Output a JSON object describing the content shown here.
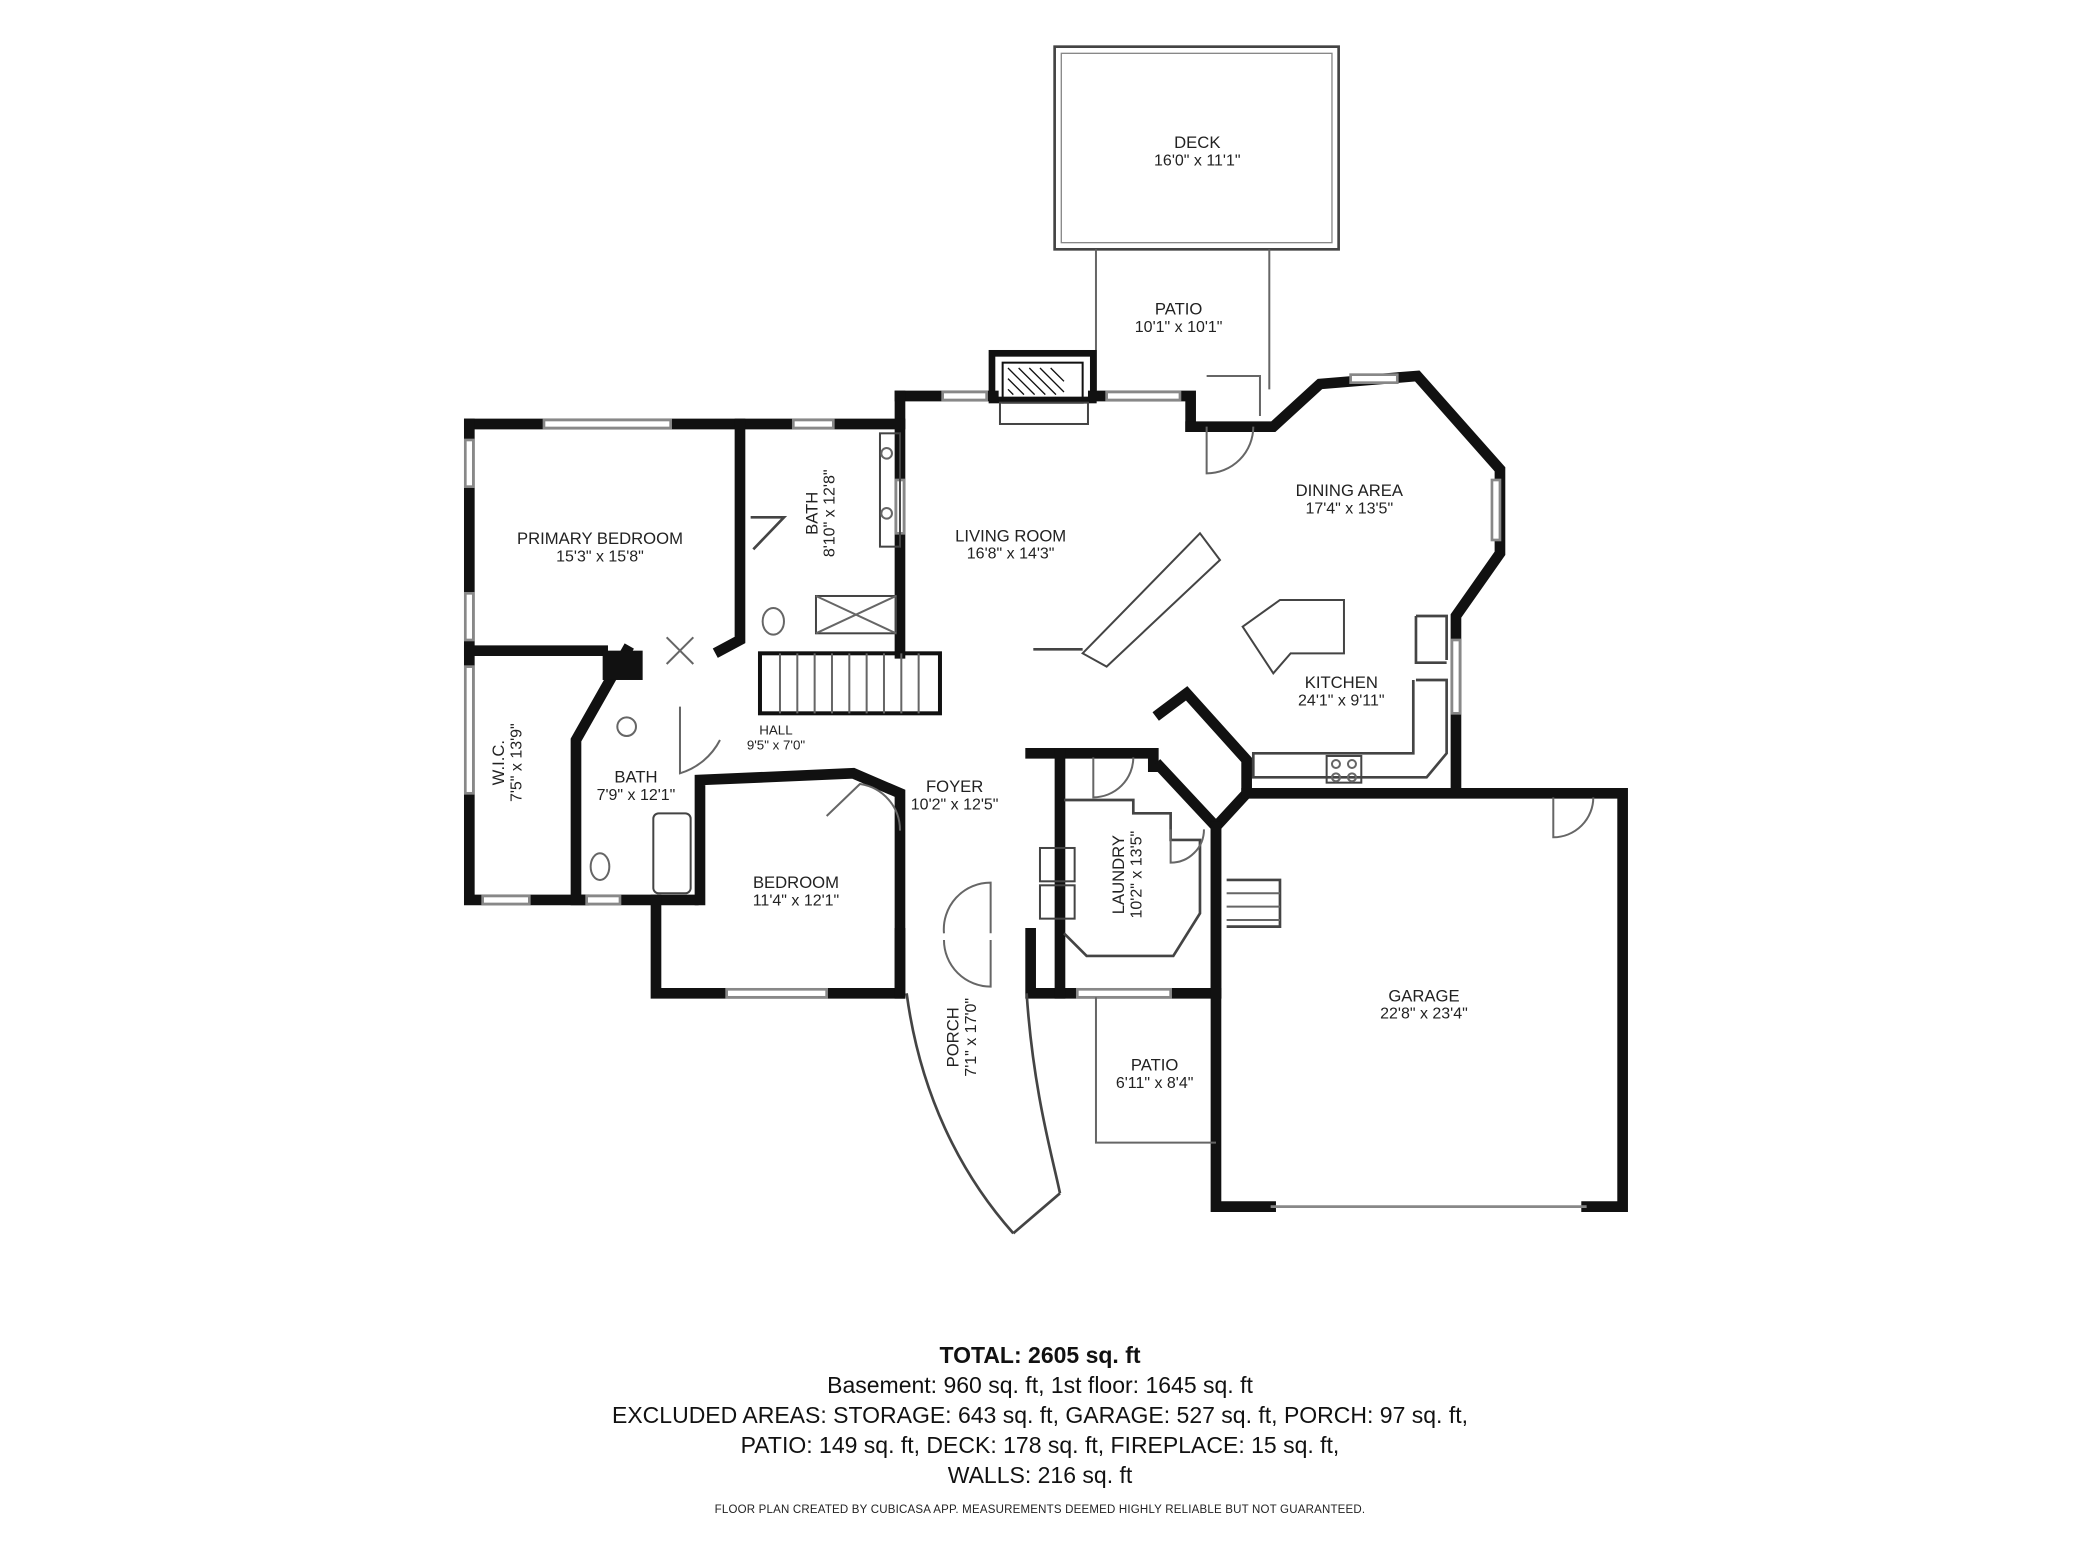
{
  "rooms": {
    "deck": {
      "name": "DECK",
      "dim": "16'0\" x 11'1\""
    },
    "patio_top": {
      "name": "PATIO",
      "dim": "10'1\" x 10'1\""
    },
    "dining": {
      "name": "DINING AREA",
      "dim": "17'4\" x 13'5\""
    },
    "living": {
      "name": "LIVING ROOM",
      "dim": "16'8\" x 14'3\""
    },
    "primary_bedroom": {
      "name": "PRIMARY BEDROOM",
      "dim": "15'3\" x 15'8\""
    },
    "bath_primary": {
      "name": "BATH",
      "dim": "8'10\" x 12'8\""
    },
    "kitchen": {
      "name": "KITCHEN",
      "dim": "24'1\" x 9'11\""
    },
    "wic": {
      "name": "W.I.C.",
      "dim": "7'5\" x 13'9\""
    },
    "hall": {
      "name": "HALL",
      "dim": "9'5\" x 7'0\""
    },
    "bath_hall": {
      "name": "BATH",
      "dim": "7'9\" x 12'1\""
    },
    "foyer": {
      "name": "FOYER",
      "dim": "10'2\" x 12'5\""
    },
    "laundry": {
      "name": "LAUNDRY",
      "dim": "10'2\" x 13'5\""
    },
    "bedroom": {
      "name": "BEDROOM",
      "dim": "11'4\" x 12'1\""
    },
    "garage": {
      "name": "GARAGE",
      "dim": "22'8\" x 23'4\""
    },
    "porch": {
      "name": "PORCH",
      "dim": "7'1\" x 17'0\""
    },
    "patio_bottom": {
      "name": "PATIO",
      "dim": "6'11\" x 8'4\""
    }
  },
  "summary": {
    "total": "TOTAL: 2605 sq. ft",
    "line1": "Basement: 960 sq. ft, 1st floor: 1645 sq. ft",
    "line2": "EXCLUDED AREAS: STORAGE: 643 sq. ft, GARAGE: 527 sq. ft, PORCH: 97 sq. ft,",
    "line3": "PATIO: 149 sq. ft, DECK: 178 sq. ft, FIREPLACE: 15 sq. ft,",
    "line4": "WALLS: 216 sq. ft",
    "credit": "FLOOR PLAN CREATED BY CUBICASA APP. MEASUREMENTS DEEMED HIGHLY RELIABLE BUT NOT GUARANTEED."
  }
}
